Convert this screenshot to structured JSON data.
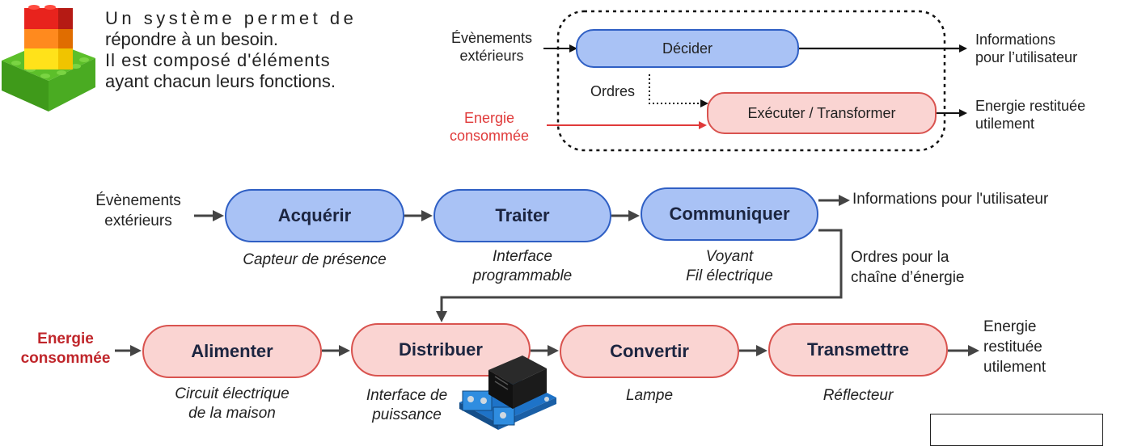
{
  "intro": {
    "line1": "Un système permet de",
    "line2": "répondre à un besoin.",
    "line3": "Il est composé d'éléments",
    "line4": "ayant chacun leurs fonctions."
  },
  "top_diagram": {
    "input_events": [
      "Évènements",
      "extérieurs"
    ],
    "input_energy": [
      "Energie",
      "consommée"
    ],
    "decide": "Décider",
    "orders": "Ordres",
    "execute": "Exécuter / Transformer",
    "output_info": [
      "Informations",
      "pour l’utilisateur"
    ],
    "output_energy": [
      "Energie restituée",
      "utilement"
    ]
  },
  "chain_info": {
    "input": [
      "Évènements",
      "extérieurs"
    ],
    "nodes": [
      {
        "label": "Acquérir",
        "desc": [
          "Capteur de présence"
        ]
      },
      {
        "label": "Traiter",
        "desc": [
          "Interface",
          "programmable"
        ]
      },
      {
        "label": "Communiquer",
        "desc": [
          "Voyant",
          "Fil électrique"
        ]
      }
    ],
    "output": "Informations pour l'utilisateur",
    "orders": [
      "Ordres pour la",
      "chaîne d’énergie"
    ]
  },
  "chain_energy": {
    "input": [
      "Energie",
      "consommée"
    ],
    "nodes": [
      {
        "label": "Alimenter",
        "desc": [
          "Circuit électrique",
          "de la maison"
        ]
      },
      {
        "label": "Distribuer",
        "desc": [
          "Interface de",
          "puissance"
        ]
      },
      {
        "label": "Convertir",
        "desc": [
          "Lampe"
        ]
      },
      {
        "label": "Transmettre",
        "desc": [
          "Réflecteur"
        ]
      }
    ],
    "output": [
      "Energie",
      "restituée",
      "utilement"
    ]
  },
  "colors": {
    "blue_fill": "#a9c2f5",
    "blue_stroke": "#2f5fc4",
    "pink_fill": "#fad4d2",
    "pink_stroke": "#d9534f",
    "energy_red": "#e03a3a"
  },
  "icons": [
    "lego-blocks-icon",
    "relay-module-icon"
  ]
}
